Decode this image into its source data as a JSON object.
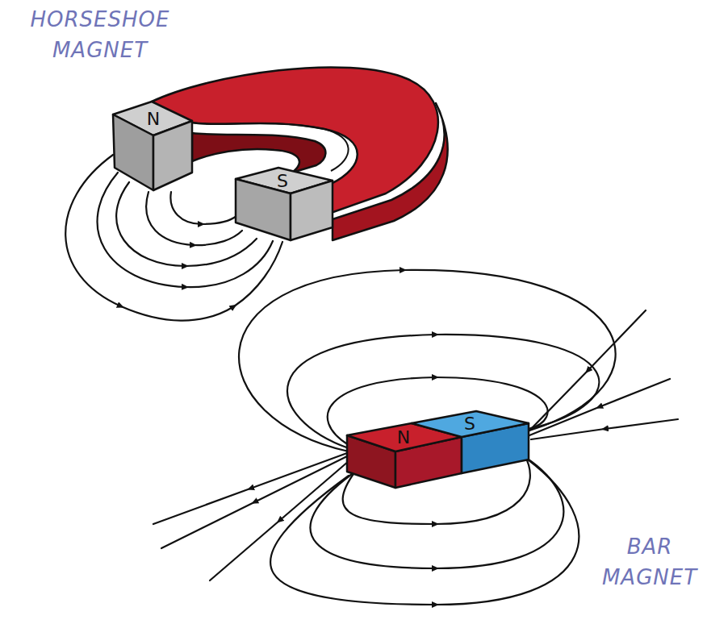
{
  "diagram": {
    "labels": [
      "HORSESHOE MAGNET",
      "N",
      "S",
      "N",
      "S",
      "BAR MAGNET"
    ]
  }
}
